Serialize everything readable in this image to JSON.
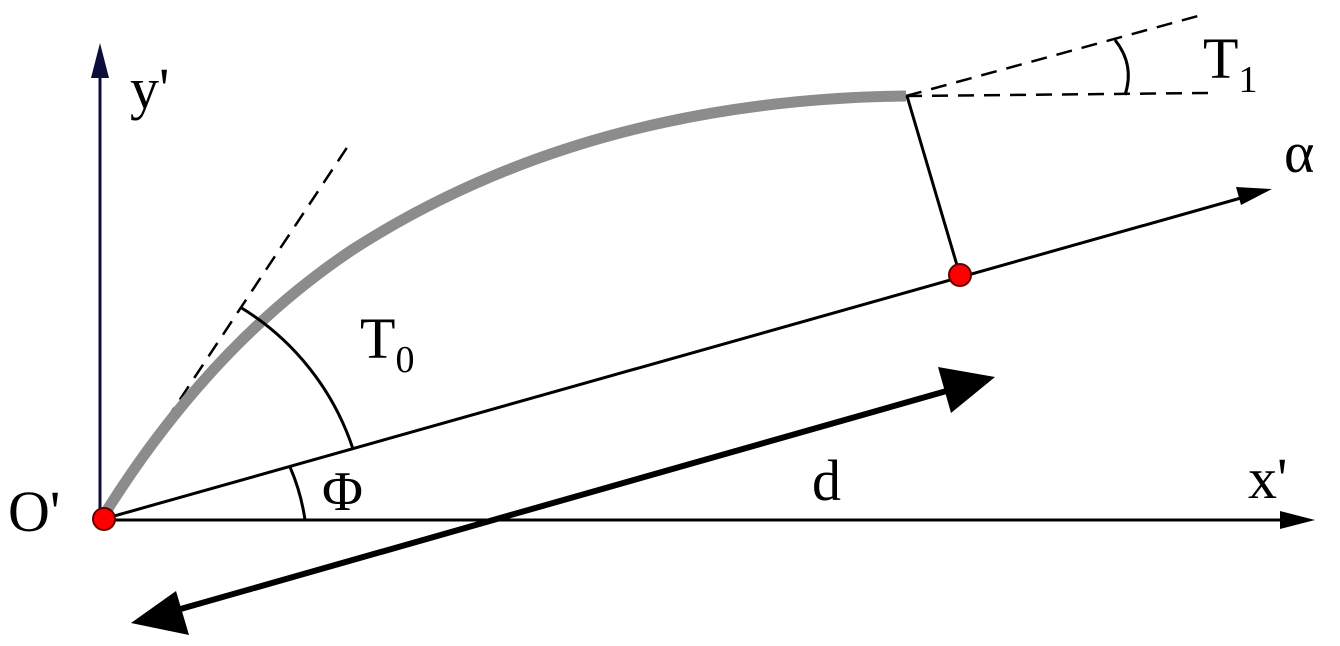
{
  "labels": {
    "y_axis": "y'",
    "x_axis": "x'",
    "origin": "O'",
    "alpha": "α",
    "phi": "Φ",
    "d": "d",
    "t0_main": "T",
    "t0_sub": "0",
    "t1_main": "T",
    "t1_sub": "1"
  },
  "colors": {
    "y_axis": "#0d0d3a",
    "lines": "#000000",
    "curve": "#8c8c8c",
    "points": "#ff0000"
  }
}
